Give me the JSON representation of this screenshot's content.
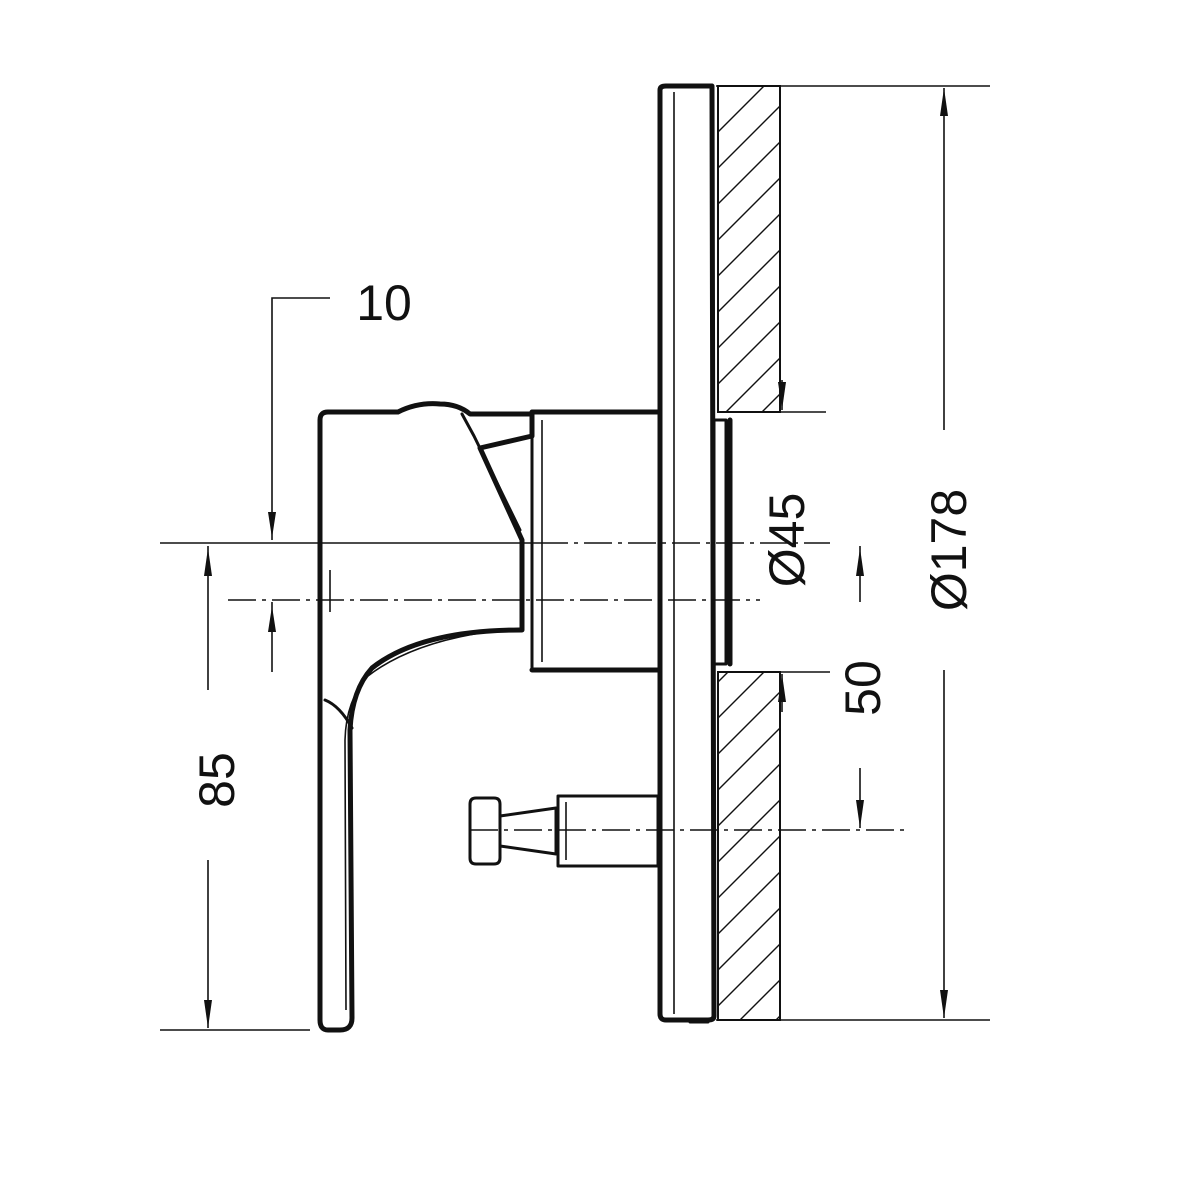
{
  "drawing": {
    "dimensions": {
      "lever_offset": "10",
      "lever_length": "85",
      "sleeve_diameter": "Ø45",
      "axis_spacing": "50",
      "plate_diameter": "Ø178"
    }
  }
}
